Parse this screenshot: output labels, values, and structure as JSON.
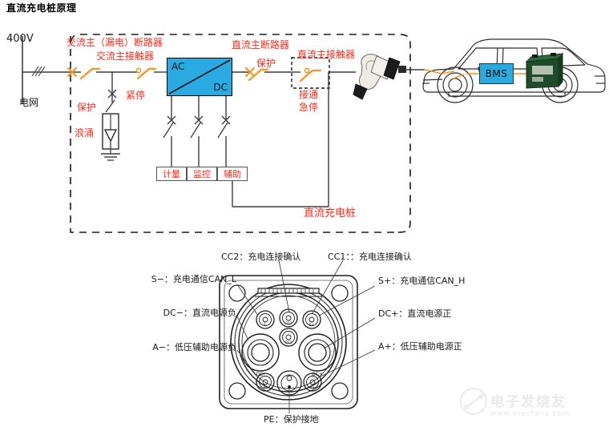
{
  "title": "直流充电桩原理",
  "grid": {
    "voltage": "400V",
    "name": "电网"
  },
  "station": {
    "caption": "直流充电桩",
    "ac_breaker": "交流主（漏电）断路器",
    "ac_contactor": "交流主接触器",
    "protect_left": "保护",
    "surge": "浪涌",
    "estop": "紧停",
    "dc_breaker": "直流主断路器",
    "dc_contactor": "直流主接触器",
    "protect_right": "保护",
    "connect": "接通",
    "urgent_stop": "急停",
    "converter": {
      "ac": "AC",
      "dc": "DC"
    },
    "modules": [
      "计量",
      "监控",
      "辅助"
    ]
  },
  "vehicle": {
    "bms": "BMS"
  },
  "connector": {
    "labels": {
      "cc2": "CC2：充电连接确认",
      "cc1": "CC1：：充电连接确认",
      "s_minus": "S−：充电通信CAN_L",
      "s_plus": "S+：充电通信CAN_H",
      "dc_minus": "DC−：直流电源负",
      "dc_plus": "DC+：直流电源正",
      "a_minus": "A−：低压辅助电源负",
      "a_plus": "A+：低压辅助电源正",
      "pe": "PE：保护接地"
    },
    "pins": [
      {
        "id": "S-",
        "tag": "S-"
      },
      {
        "id": "CC2",
        "tag": "CC2"
      },
      {
        "id": "S+",
        "tag": "S+"
      },
      {
        "id": "CC1",
        "tag": "CC1"
      },
      {
        "id": "DC-",
        "tag": "DC-"
      },
      {
        "id": "DC+",
        "tag": "DC+"
      },
      {
        "id": "A-",
        "tag": "A-"
      },
      {
        "id": "PE",
        "tag": "PE"
      },
      {
        "id": "A+",
        "tag": "A+"
      }
    ]
  },
  "watermark": {
    "text": "电子发烧友",
    "url": "www.elecfans.com"
  },
  "colors": {
    "accent_red": "#ff2a1a",
    "switch_orange": "#f7941e",
    "block_blue": "#29abe2",
    "wire": "#3b3b3b"
  }
}
